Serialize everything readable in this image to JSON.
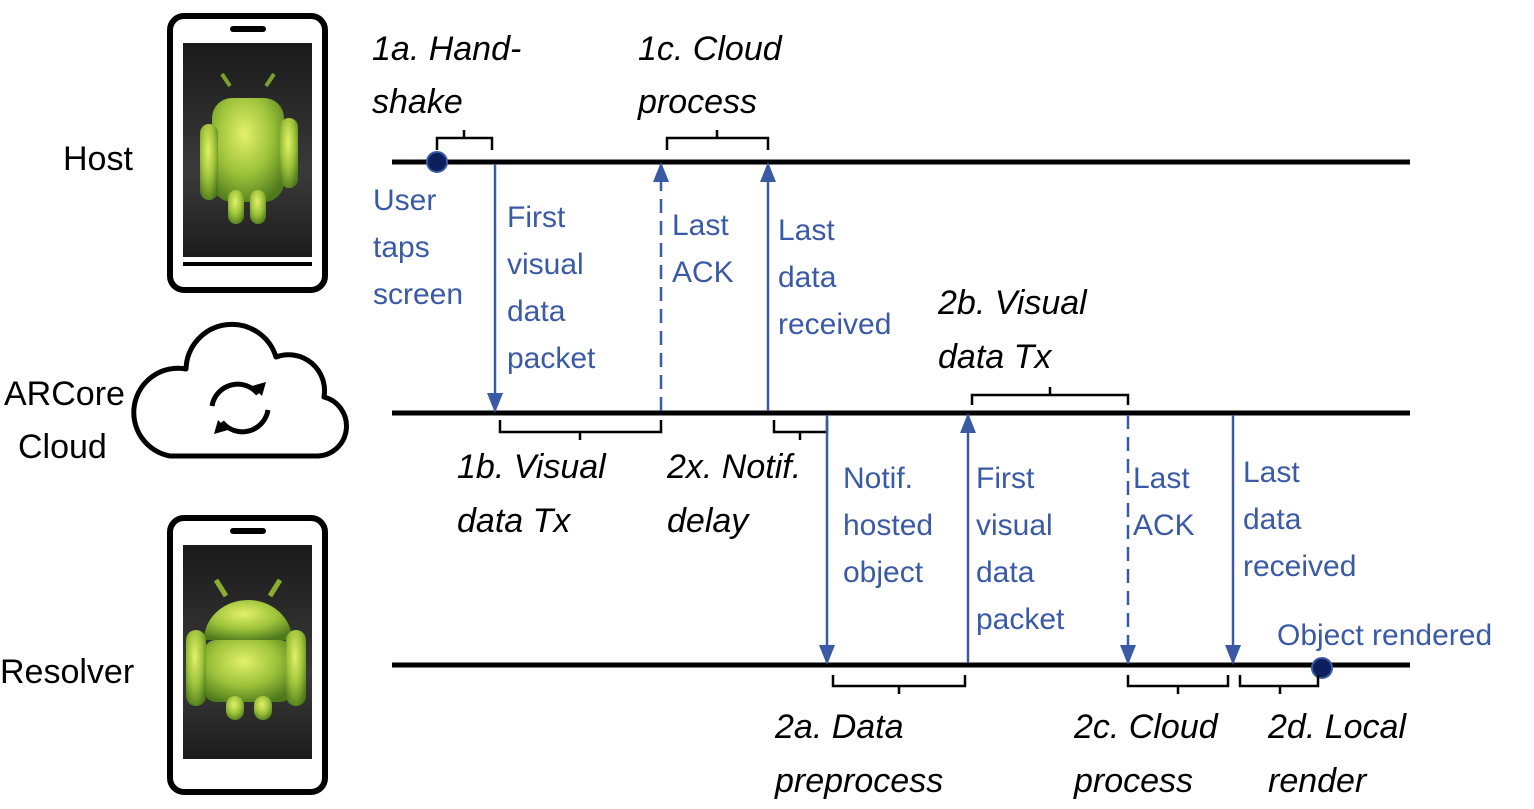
{
  "colors": {
    "arrow": "#3b5aa6",
    "line": "#000000",
    "event_dot": "#0d1f5c",
    "label_blue": "#3b5aa6"
  },
  "entities": {
    "host": "Host",
    "cloud_line1": "ARCore",
    "cloud_line2": "Cloud",
    "resolver": "Resolver"
  },
  "icons": {
    "phone": "android-phone-icon",
    "cloud": "cloud-sync-icon"
  },
  "phases": {
    "p1a": [
      "1a. Hand-",
      "shake"
    ],
    "p1c": [
      "1c. Cloud",
      "process"
    ],
    "p1b": [
      "1b. Visual",
      "data Tx"
    ],
    "p2x": [
      "2x. Notif.",
      "delay"
    ],
    "p2b": [
      "2b. Visual",
      "data Tx"
    ],
    "p2a": [
      "2a. Data",
      "preprocess"
    ],
    "p2c": [
      "2c. Cloud",
      "process"
    ],
    "p2d": [
      "2d. Local",
      "render"
    ]
  },
  "messages": {
    "user_taps": [
      "User",
      "taps",
      "screen"
    ],
    "first_visual_1": [
      "First",
      "visual",
      "data",
      "packet"
    ],
    "last_ack_1": [
      "Last",
      "ACK"
    ],
    "last_data_1": [
      "Last",
      "data",
      "received"
    ],
    "notif_hosted": [
      "Notif.",
      "hosted",
      "object"
    ],
    "first_visual_2": [
      "First",
      "visual",
      "data",
      "packet"
    ],
    "last_ack_2": [
      "Last",
      "ACK"
    ],
    "last_data_2": [
      "Last",
      "data",
      "received"
    ],
    "object_rendered": "Object rendered"
  }
}
